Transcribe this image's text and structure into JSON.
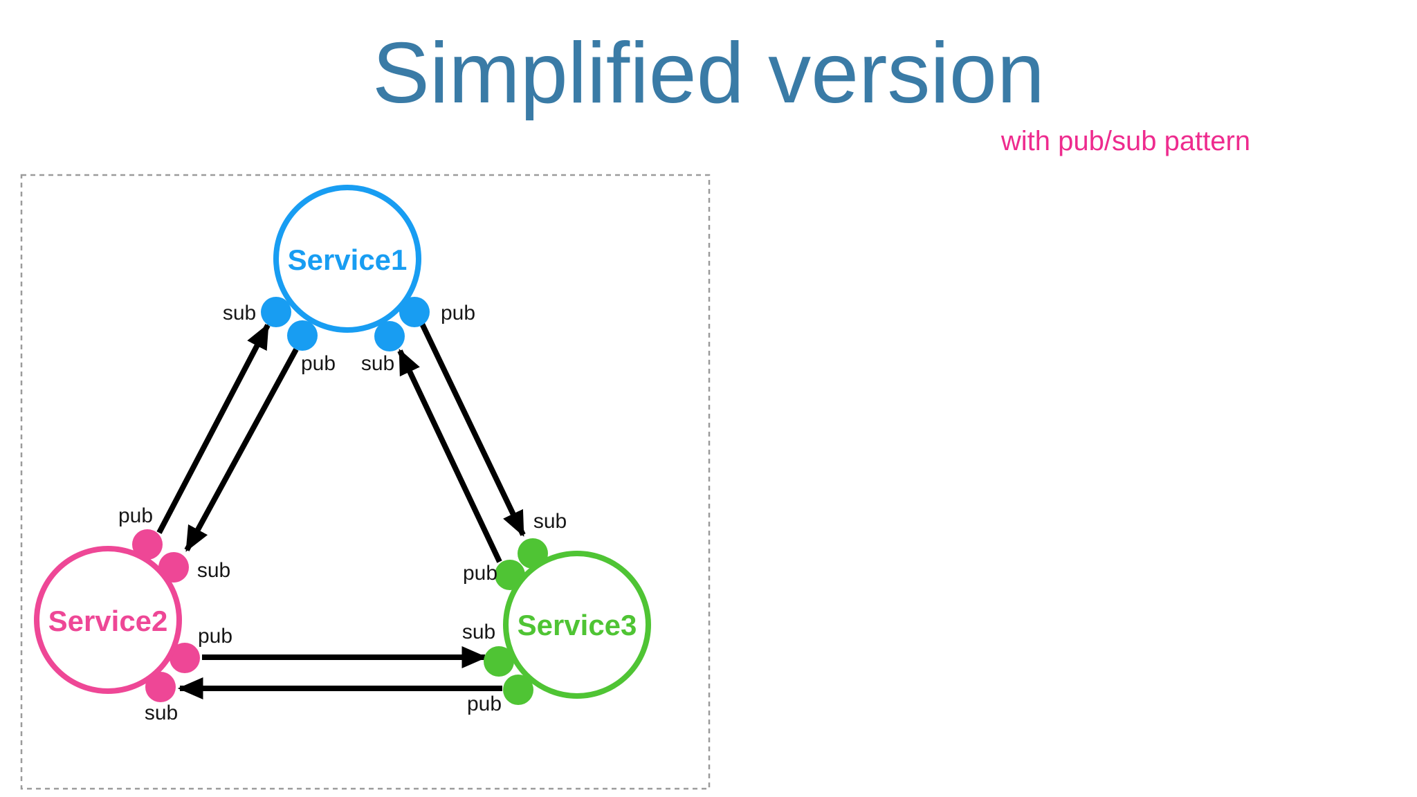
{
  "slide": {
    "title": "Simplified version",
    "subtitle": "with pub/sub pattern"
  },
  "colors": {
    "title": "#3a7ba6",
    "subtitle": "#ee2b8e",
    "service1": "#189df2",
    "service2": "#ee4796",
    "service3": "#4fc434",
    "arrow": "#000000",
    "frame_border": "#9b9b9b",
    "port_label": "#161616",
    "background": "#ffffff"
  },
  "diagram": {
    "service1": {
      "name": "Service1",
      "port_left": "sub",
      "port_bottom_left": "pub",
      "port_bottom_right": "sub",
      "port_right": "pub"
    },
    "service2": {
      "name": "Service2",
      "port_top": "pub",
      "port_upper_right": "sub",
      "port_right": "pub",
      "port_bottom": "sub"
    },
    "service3": {
      "name": "Service3",
      "port_top": "sub",
      "port_upper_left": "pub",
      "port_left": "sub",
      "port_lower_left": "pub"
    },
    "connections": [
      {
        "from": "Service2",
        "from_port": "pub",
        "to": "Service1",
        "to_port": "sub"
      },
      {
        "from": "Service1",
        "from_port": "pub",
        "to": "Service2",
        "to_port": "sub"
      },
      {
        "from": "Service1",
        "from_port": "pub",
        "to": "Service3",
        "to_port": "sub"
      },
      {
        "from": "Service3",
        "from_port": "pub",
        "to": "Service1",
        "to_port": "sub"
      },
      {
        "from": "Service2",
        "from_port": "pub",
        "to": "Service3",
        "to_port": "sub"
      },
      {
        "from": "Service3",
        "from_port": "pub",
        "to": "Service2",
        "to_port": "sub"
      }
    ]
  }
}
